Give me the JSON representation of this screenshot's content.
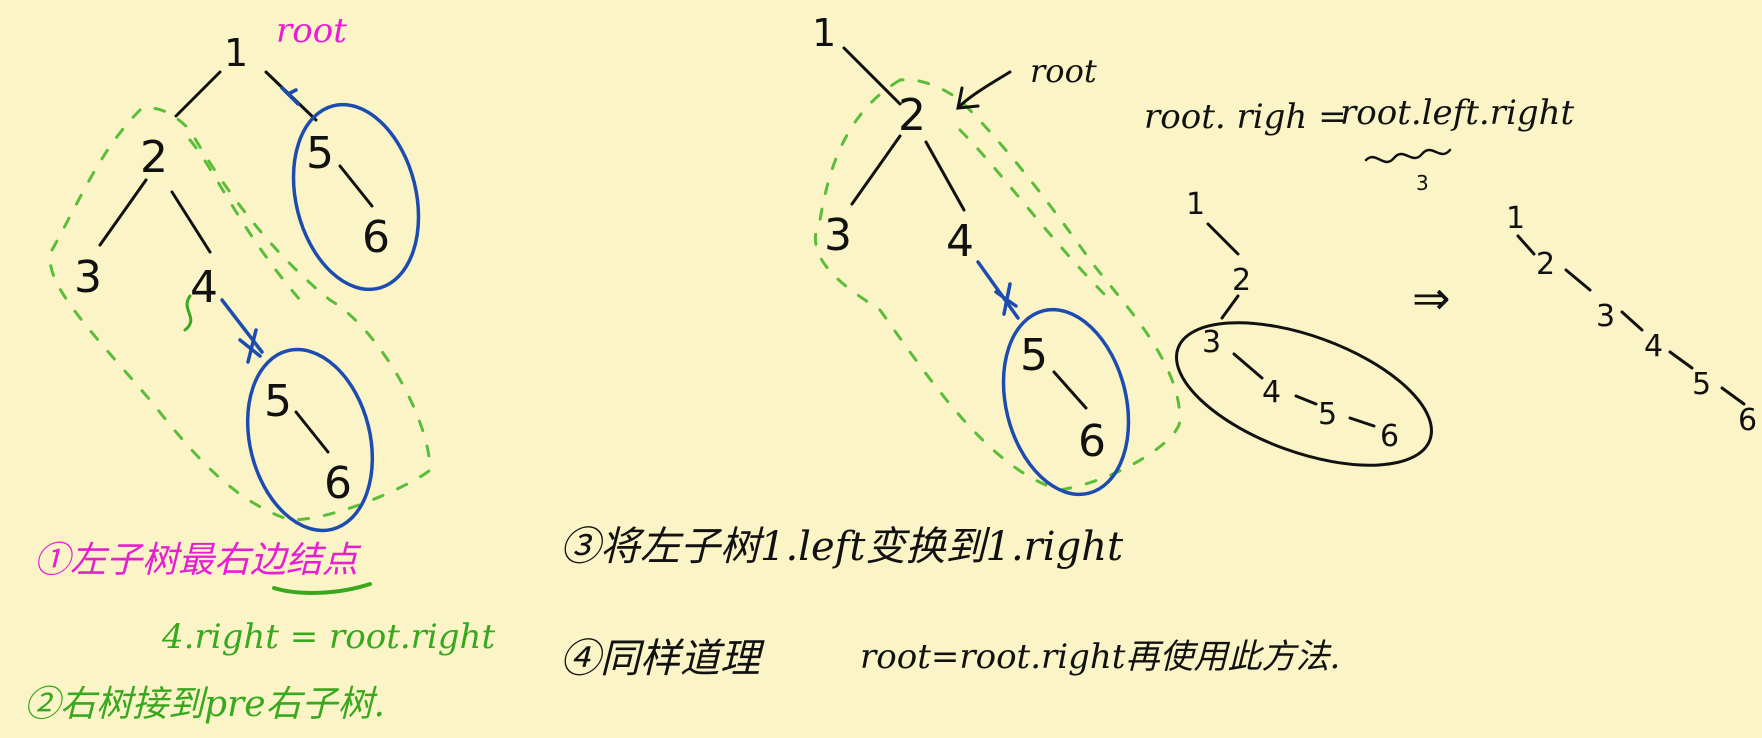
{
  "diagram1": {
    "nodes": {
      "n1": "1",
      "n2": "2",
      "n3": "3",
      "n4": "4",
      "n5a": "5",
      "n6a": "6",
      "n5b": "5",
      "n6b": "6"
    },
    "root_label": "root"
  },
  "diagram2": {
    "nodes": {
      "n1": "1",
      "n2": "2",
      "n3": "3",
      "n4": "4",
      "n5": "5",
      "n6": "6"
    },
    "root_label": "root"
  },
  "formula": {
    "lhs": "root. righ =",
    "rhs": "root.left.right",
    "sub_note": "3"
  },
  "diagram3": {
    "nodes": {
      "n1": "1",
      "n2": "2",
      "n3": "3",
      "n4": "4",
      "n5": "5",
      "n6": "6"
    }
  },
  "arrow_symbol": "⇒",
  "flattened": {
    "nodes": [
      "1",
      "2",
      "3",
      "4",
      "5",
      "6"
    ]
  },
  "notes": {
    "step1": "①左子树最右边结点",
    "step1_eq": "4.right  =  root.right",
    "step2": "②右树接到pre右子树.",
    "step3": "③将左子树1.left变换到1.right",
    "step4_prefix": "④同样道理",
    "step4_suffix": "root=root.right再使用此方法."
  },
  "colors": {
    "background": "#fbf4c6",
    "ink": "#111111",
    "magenta": "#e61fd2",
    "green": "#38a81f",
    "blue": "#1d4cb0",
    "dashed_green": "#5bbd3a"
  }
}
